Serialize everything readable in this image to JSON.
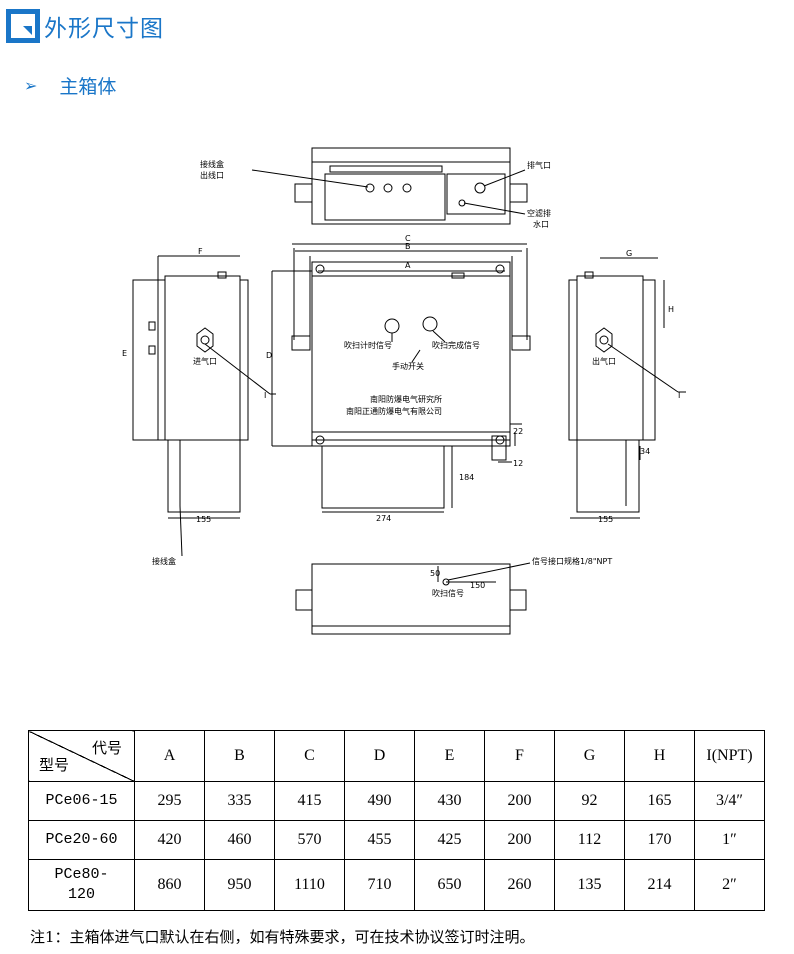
{
  "header": {
    "title": "外形尺寸图"
  },
  "section": {
    "title": "主箱体",
    "bullet": "➢"
  },
  "drawing": {
    "labels": {
      "junction_outlet": [
        "接线盒",
        "出线口"
      ],
      "exhaust": "排气口",
      "filter_drain": [
        "空滤排",
        "水口"
      ],
      "inlet": "进气口",
      "outlet": "出气口",
      "purge_timing": "吹扫计时信号",
      "purge_done": "吹扫完成信号",
      "manual_switch": "手动开关",
      "maker1": "南阳防爆电气研究所",
      "maker2": "南阳正通防爆电气有限公司",
      "junction_box": "接线盒",
      "signal_port": "信号接口规格1/8\"NPT",
      "purge_signal": "吹扫信号",
      "I_left": "I",
      "I_right": "I"
    },
    "dims": {
      "A": "A",
      "B": "B",
      "C": "C",
      "D": "D",
      "E": "E",
      "F": "F",
      "G": "G",
      "H": "H",
      "d155_left": "155",
      "d155_right": "155",
      "d274": "274",
      "d184": "184",
      "d22": "22",
      "d12": "12",
      "d34": "34",
      "d50": "50",
      "d150": "150"
    }
  },
  "table": {
    "corner_top": "代号",
    "corner_bottom": "型号",
    "headers": [
      "A",
      "B",
      "C",
      "D",
      "E",
      "F",
      "G",
      "H",
      "I(NPT)"
    ],
    "rows": [
      {
        "model": [
          "PCe06-15"
        ],
        "values": [
          "295",
          "335",
          "415",
          "490",
          "430",
          "200",
          "92",
          "165",
          "3/4″"
        ]
      },
      {
        "model": [
          "PCe20-60"
        ],
        "values": [
          "420",
          "460",
          "570",
          "455",
          "425",
          "200",
          "112",
          "170",
          "1″"
        ]
      },
      {
        "model": [
          "PCe80-",
          "120"
        ],
        "values": [
          "860",
          "950",
          "1110",
          "710",
          "650",
          "260",
          "135",
          "214",
          "2″"
        ]
      }
    ]
  },
  "note": "注1：主箱体进气口默认在右侧，如有特殊要求，可在技术协议签订时注明。",
  "colors": {
    "accent": "#1a76c8"
  }
}
